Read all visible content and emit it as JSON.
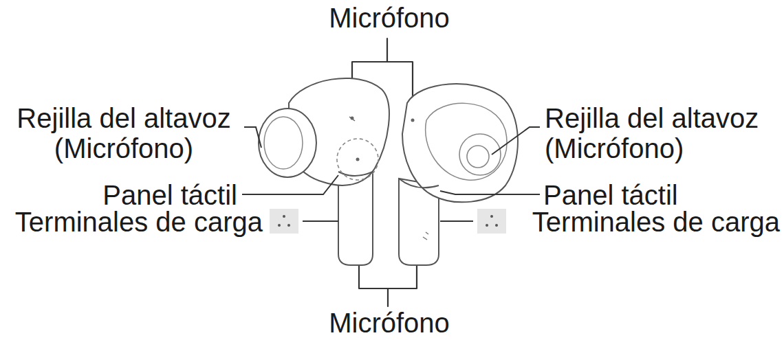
{
  "diagram": {
    "labels": [
      "Micrófono",
      "Rejilla del altavoz (Micrófono)",
      "Rejilla del altavoz (Micrófono)",
      "Panel táctil",
      "Panel táctil",
      "Terminales de carga",
      "Terminales de carga",
      "Micrófono"
    ]
  }
}
